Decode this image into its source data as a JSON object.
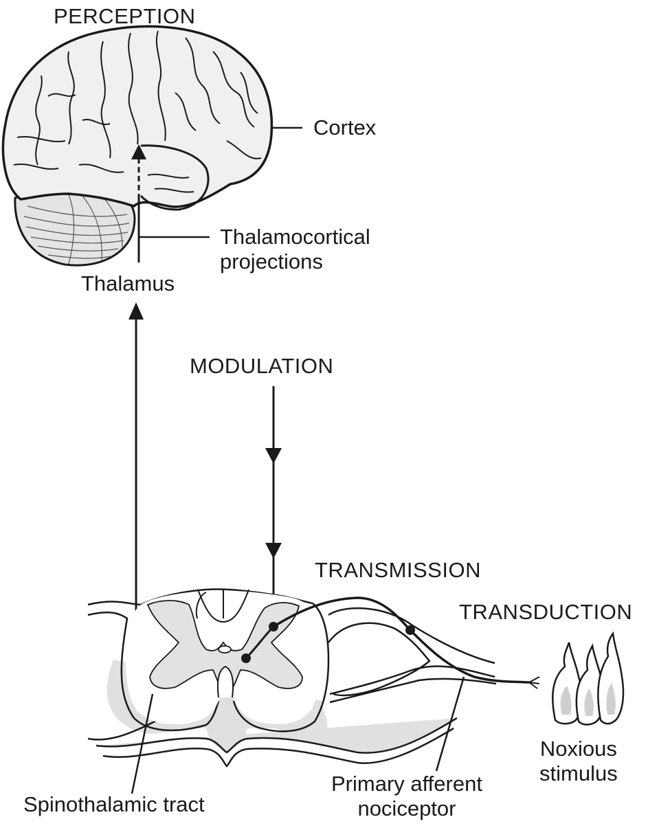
{
  "stages": {
    "perception": "PERCEPTION",
    "modulation": "MODULATION",
    "transmission": "TRANSMISSION",
    "transduction": "TRANSDUCTION"
  },
  "labels": {
    "cortex": "Cortex",
    "thalamocortical_line1": "Thalamocortical",
    "thalamocortical_line2": "projections",
    "thalamus": "Thalamus",
    "spinothalamic": "Spinothalamic tract",
    "primary_afferent_line1": "Primary afferent",
    "primary_afferent_line2": "nociceptor",
    "noxious_line1": "Noxious",
    "noxious_line2": "stimulus"
  },
  "colors": {
    "ink": "#1a1a1a",
    "gray_fill": "#e2e2e2",
    "brain_fill": "#eeeeee",
    "background": "#ffffff"
  }
}
